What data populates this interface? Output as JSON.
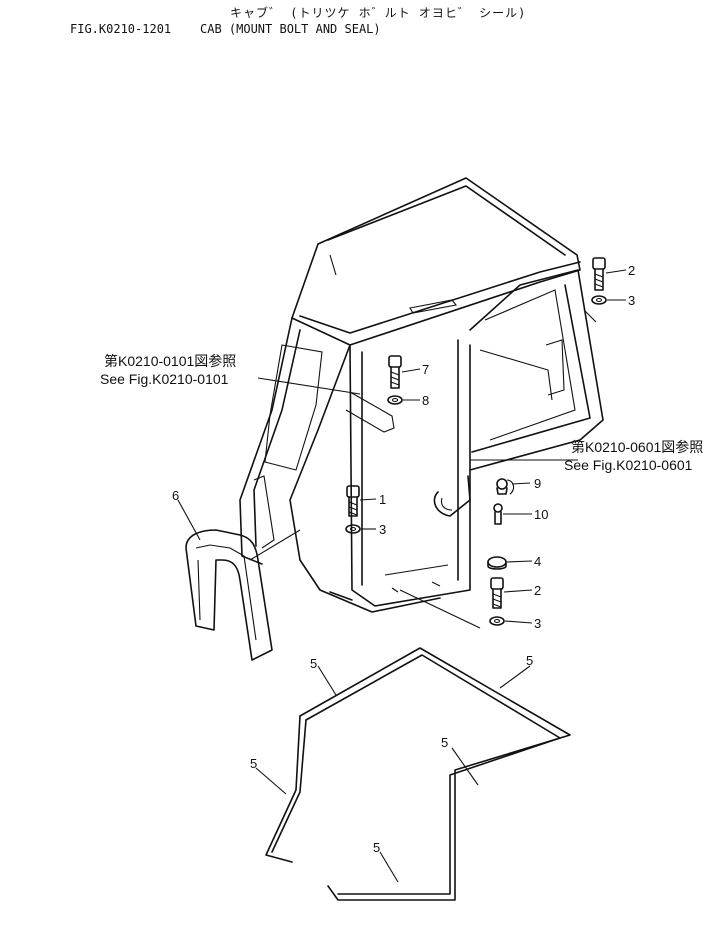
{
  "header": {
    "title_jp": "キャブ゛ (トリツケ ホ゛ルト オヨヒ゛ シール)",
    "figure_no": "FIG.K0210-1201",
    "title_en": "CAB (MOUNT BOLT AND SEAL)"
  },
  "references": {
    "left": {
      "jp": "第K0210-0101図参照",
      "en": "See Fig.K0210-0101"
    },
    "right": {
      "jp": "第K0210-0601図参照",
      "en": "See Fig.K0210-0601"
    }
  },
  "callouts": {
    "bolt_top": "2",
    "washer_top": "3",
    "bolt_mid": "7",
    "washer_mid": "8",
    "bolt_left": "1",
    "washer_left": "3",
    "part9": "9",
    "part10": "10",
    "cap4": "4",
    "bolt_low": "2",
    "washer_low": "3",
    "seal6": "6",
    "seal5_a": "5",
    "seal5_b": "5",
    "seal5_c": "5",
    "seal5_d": "5",
    "seal5_e": "5"
  }
}
